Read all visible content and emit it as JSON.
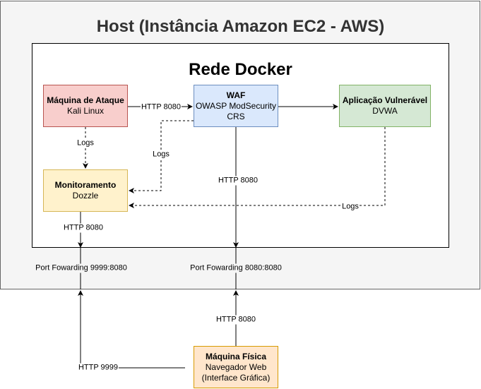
{
  "host": {
    "title": "Host (Instância Amazon EC2 - AWS)"
  },
  "docker": {
    "title": "Rede Docker"
  },
  "nodes": {
    "attack": {
      "title": "Máquina de Ataque",
      "subtitle": "Kali Linux"
    },
    "waf": {
      "title": "WAF",
      "line1": "OWASP ModSecurity",
      "line2": "CRS"
    },
    "app": {
      "title": "Aplicação Vulnerável",
      "subtitle": "DVWA"
    },
    "monitor": {
      "title": "Monitoramento",
      "subtitle": "Dozzle"
    },
    "phys": {
      "title": "Máquina Física",
      "line1": "Navegador Web",
      "line2": "(Interface Gráfica)"
    }
  },
  "edges": {
    "attack_waf": "HTTP 8080",
    "attack_logs": "Logs",
    "waf_logs": "Logs",
    "waf_http": "HTTP 8080",
    "app_logs": "Logs",
    "monitor_http": "HTTP 8080",
    "pf_9999": "Port Fowarding 9999:8080",
    "pf_8080": "Port Fowarding 8080:8080",
    "phys_http8080": "HTTP 8080",
    "phys_http9999": "HTTP 9999"
  }
}
